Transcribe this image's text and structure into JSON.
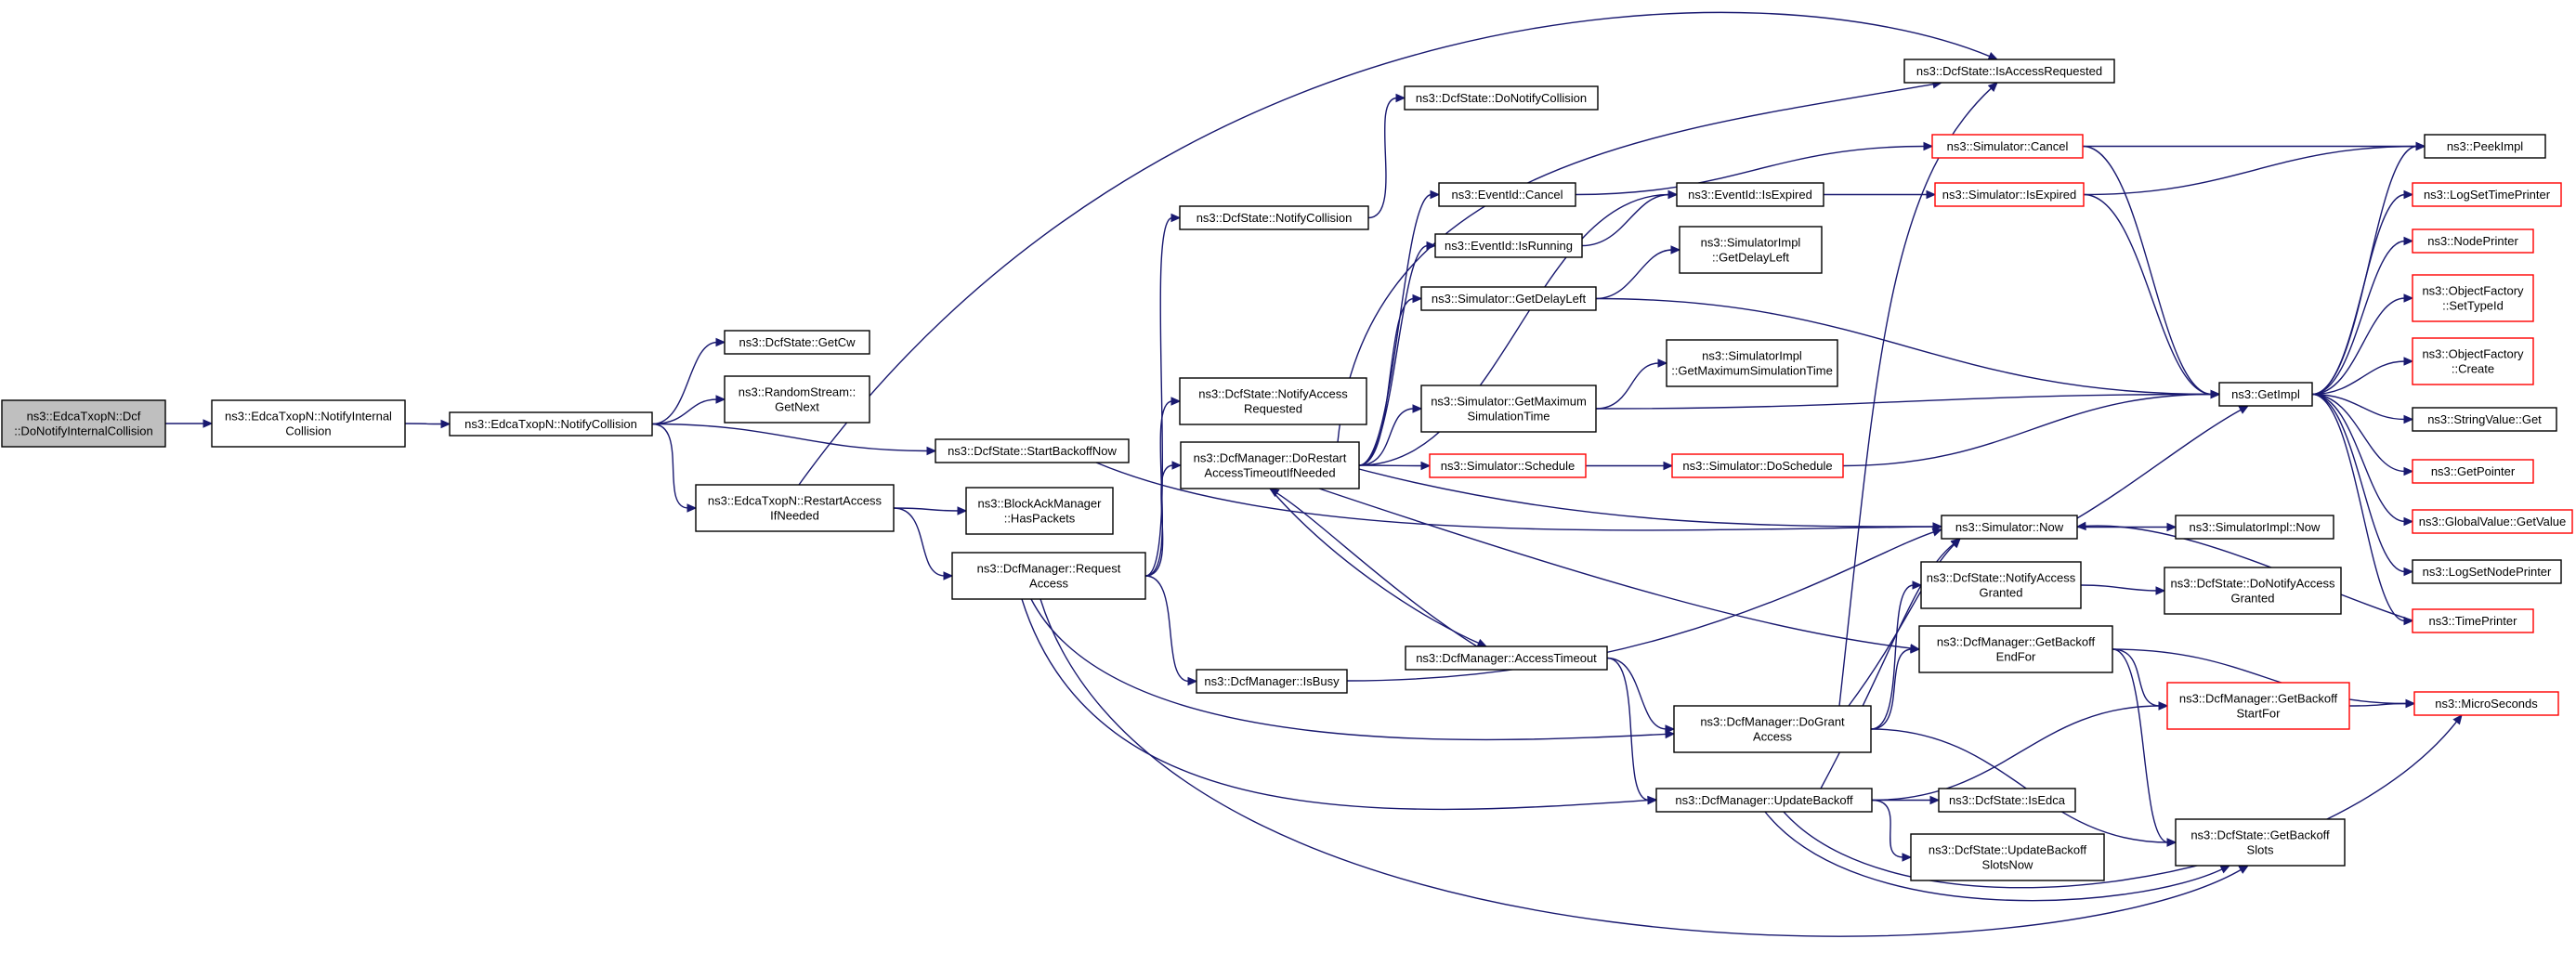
{
  "diagram": {
    "nodes": [
      {
        "id": "n0",
        "lines": [
          "ns3::EdcaTxopN::Dcf",
          "::DoNotifyInternalCollision"
        ],
        "style": "root"
      },
      {
        "id": "n1",
        "lines": [
          "ns3::EdcaTxopN::NotifyInternal",
          "Collision"
        ],
        "style": "normal"
      },
      {
        "id": "n2",
        "lines": [
          "ns3::EdcaTxopN::NotifyCollision"
        ],
        "style": "normal"
      },
      {
        "id": "n3",
        "lines": [
          "ns3::DcfState::GetCw"
        ],
        "style": "normal"
      },
      {
        "id": "n4",
        "lines": [
          "ns3::RandomStream::",
          "GetNext"
        ],
        "style": "normal"
      },
      {
        "id": "n5",
        "lines": [
          "ns3::DcfState::StartBackoffNow"
        ],
        "style": "normal"
      },
      {
        "id": "n6",
        "lines": [
          "ns3::EdcaTxopN::RestartAccess",
          "IfNeeded"
        ],
        "style": "normal"
      },
      {
        "id": "n7",
        "lines": [
          "ns3::DcfState::IsAccessRequested"
        ],
        "style": "normal"
      },
      {
        "id": "n8",
        "lines": [
          "ns3::BlockAckManager",
          "::HasPackets"
        ],
        "style": "normal"
      },
      {
        "id": "n9",
        "lines": [
          "ns3::DcfManager::Request",
          "Access"
        ],
        "style": "normal"
      },
      {
        "id": "n10",
        "lines": [
          "ns3::Simulator::Now"
        ],
        "style": "normal"
      },
      {
        "id": "n11",
        "lines": [
          "ns3::DcfState::NotifyCollision"
        ],
        "style": "normal"
      },
      {
        "id": "n12",
        "lines": [
          "ns3::DcfState::NotifyAccess",
          "Requested"
        ],
        "style": "normal"
      },
      {
        "id": "n13",
        "lines": [
          "ns3::DcfManager::DoRestart",
          "AccessTimeoutIfNeeded"
        ],
        "style": "normal"
      },
      {
        "id": "n14",
        "lines": [
          "ns3::DcfManager::IsBusy"
        ],
        "style": "normal"
      },
      {
        "id": "n15",
        "lines": [
          "ns3::DcfManager::DoGrant",
          "Access"
        ],
        "style": "normal"
      },
      {
        "id": "n16",
        "lines": [
          "ns3::DcfManager::UpdateBackoff"
        ],
        "style": "normal"
      },
      {
        "id": "n17",
        "lines": [
          "ns3::DcfState::GetBackoff",
          "Slots"
        ],
        "style": "normal"
      },
      {
        "id": "n18",
        "lines": [
          "ns3::DcfState::DoNotifyCollision"
        ],
        "style": "normal"
      },
      {
        "id": "n19",
        "lines": [
          "ns3::EventId::Cancel"
        ],
        "style": "normal"
      },
      {
        "id": "n20",
        "lines": [
          "ns3::EventId::IsRunning"
        ],
        "style": "normal"
      },
      {
        "id": "n21",
        "lines": [
          "ns3::Simulator::GetDelayLeft"
        ],
        "style": "normal"
      },
      {
        "id": "n22",
        "lines": [
          "ns3::Simulator::GetMaximum",
          "SimulationTime"
        ],
        "style": "normal"
      },
      {
        "id": "n23",
        "lines": [
          "ns3::Simulator::Schedule"
        ],
        "style": "red"
      },
      {
        "id": "n24",
        "lines": [
          "ns3::DcfManager::AccessTimeout"
        ],
        "style": "normal"
      },
      {
        "id": "n25",
        "lines": [
          "ns3::Simulator::Cancel"
        ],
        "style": "red"
      },
      {
        "id": "n26",
        "lines": [
          "ns3::EventId::IsExpired"
        ],
        "style": "normal"
      },
      {
        "id": "n27",
        "lines": [
          "ns3::Simulator::IsExpired"
        ],
        "style": "red"
      },
      {
        "id": "n28",
        "lines": [
          "ns3::SimulatorImpl",
          "::GetDelayLeft"
        ],
        "style": "normal"
      },
      {
        "id": "n29",
        "lines": [
          "ns3::SimulatorImpl",
          "::GetMaximumSimulationTime"
        ],
        "style": "normal"
      },
      {
        "id": "n30",
        "lines": [
          "ns3::Simulator::DoSchedule"
        ],
        "style": "red"
      },
      {
        "id": "n31",
        "lines": [
          "ns3::DcfState::NotifyAccess",
          "Granted"
        ],
        "style": "normal"
      },
      {
        "id": "n32",
        "lines": [
          "ns3::DcfManager::GetBackoff",
          "EndFor"
        ],
        "style": "normal"
      },
      {
        "id": "n33",
        "lines": [
          "ns3::DcfManager::GetBackoff",
          "StartFor"
        ],
        "style": "red"
      },
      {
        "id": "n34",
        "lines": [
          "ns3::DcfState::IsEdca"
        ],
        "style": "normal"
      },
      {
        "id": "n35",
        "lines": [
          "ns3::DcfState::UpdateBackoff",
          "SlotsNow"
        ],
        "style": "normal"
      },
      {
        "id": "n36",
        "lines": [
          "ns3::SimulatorImpl::Now"
        ],
        "style": "normal"
      },
      {
        "id": "n37",
        "lines": [
          "ns3::DcfState::DoNotifyAccess",
          "Granted"
        ],
        "style": "normal"
      },
      {
        "id": "n38",
        "lines": [
          "ns3::PeekImpl"
        ],
        "style": "normal"
      },
      {
        "id": "n39",
        "lines": [
          "ns3::GetImpl"
        ],
        "style": "normal"
      },
      {
        "id": "n40",
        "lines": [
          "ns3::LogSetTimePrinter"
        ],
        "style": "red"
      },
      {
        "id": "n41",
        "lines": [
          "ns3::NodePrinter"
        ],
        "style": "red"
      },
      {
        "id": "n42",
        "lines": [
          "ns3::ObjectFactory",
          "::SetTypeId"
        ],
        "style": "red"
      },
      {
        "id": "n43",
        "lines": [
          "ns3::ObjectFactory",
          "::Create"
        ],
        "style": "red"
      },
      {
        "id": "n44",
        "lines": [
          "ns3::StringValue::Get"
        ],
        "style": "normal"
      },
      {
        "id": "n45",
        "lines": [
          "ns3::GetPointer"
        ],
        "style": "red"
      },
      {
        "id": "n46",
        "lines": [
          "ns3::GlobalValue::GetValue"
        ],
        "style": "red"
      },
      {
        "id": "n47",
        "lines": [
          "ns3::LogSetNodePrinter"
        ],
        "style": "normal"
      },
      {
        "id": "n48",
        "lines": [
          "ns3::TimePrinter"
        ],
        "style": "red"
      },
      {
        "id": "n49",
        "lines": [
          "ns3::MicroSeconds"
        ],
        "style": "red"
      }
    ],
    "edges": [
      [
        "n0",
        "n1"
      ],
      [
        "n1",
        "n2"
      ],
      [
        "n2",
        "n3"
      ],
      [
        "n2",
        "n4"
      ],
      [
        "n2",
        "n5"
      ],
      [
        "n2",
        "n6"
      ],
      [
        "n6",
        "n7"
      ],
      [
        "n6",
        "n8"
      ],
      [
        "n6",
        "n9"
      ],
      [
        "n5",
        "n10"
      ],
      [
        "n9",
        "n11"
      ],
      [
        "n9",
        "n12"
      ],
      [
        "n9",
        "n13"
      ],
      [
        "n9",
        "n14"
      ],
      [
        "n9",
        "n15"
      ],
      [
        "n9",
        "n16"
      ],
      [
        "n9",
        "n17"
      ],
      [
        "n11",
        "n18"
      ],
      [
        "n13",
        "n7"
      ],
      [
        "n13",
        "n19"
      ],
      [
        "n13",
        "n26"
      ],
      [
        "n13",
        "n20"
      ],
      [
        "n13",
        "n21"
      ],
      [
        "n13",
        "n22"
      ],
      [
        "n13",
        "n23"
      ],
      [
        "n13",
        "n10"
      ],
      [
        "n13",
        "n24"
      ],
      [
        "n13",
        "n32"
      ],
      [
        "n14",
        "n10"
      ],
      [
        "n15",
        "n7"
      ],
      [
        "n15",
        "n31"
      ],
      [
        "n15",
        "n32"
      ],
      [
        "n15",
        "n10"
      ],
      [
        "n15",
        "n17"
      ],
      [
        "n16",
        "n10"
      ],
      [
        "n16",
        "n33"
      ],
      [
        "n16",
        "n34"
      ],
      [
        "n16",
        "n35"
      ],
      [
        "n16",
        "n17"
      ],
      [
        "n16",
        "n49"
      ],
      [
        "n24",
        "n13"
      ],
      [
        "n24",
        "n15"
      ],
      [
        "n24",
        "n16"
      ],
      [
        "n19",
        "n25"
      ],
      [
        "n20",
        "n26"
      ],
      [
        "n21",
        "n28"
      ],
      [
        "n21",
        "n39"
      ],
      [
        "n22",
        "n29"
      ],
      [
        "n22",
        "n39"
      ],
      [
        "n23",
        "n30"
      ],
      [
        "n25",
        "n38"
      ],
      [
        "n25",
        "n39"
      ],
      [
        "n26",
        "n27"
      ],
      [
        "n27",
        "n38"
      ],
      [
        "n27",
        "n39"
      ],
      [
        "n30",
        "n39"
      ],
      [
        "n10",
        "n36"
      ],
      [
        "n10",
        "n39"
      ],
      [
        "n31",
        "n37"
      ],
      [
        "n32",
        "n33"
      ],
      [
        "n32",
        "n17"
      ],
      [
        "n32",
        "n49"
      ],
      [
        "n33",
        "n49"
      ],
      [
        "n39",
        "n38"
      ],
      [
        "n39",
        "n40"
      ],
      [
        "n39",
        "n41"
      ],
      [
        "n39",
        "n42"
      ],
      [
        "n39",
        "n43"
      ],
      [
        "n39",
        "n44"
      ],
      [
        "n39",
        "n45"
      ],
      [
        "n39",
        "n46"
      ],
      [
        "n39",
        "n47"
      ],
      [
        "n39",
        "n48"
      ],
      [
        "n48",
        "n10"
      ]
    ]
  },
  "colors": {
    "edge": "#191970",
    "root_fill": "#bfbfbf",
    "red_border": "#ff0000",
    "normal_border": "#000000"
  }
}
